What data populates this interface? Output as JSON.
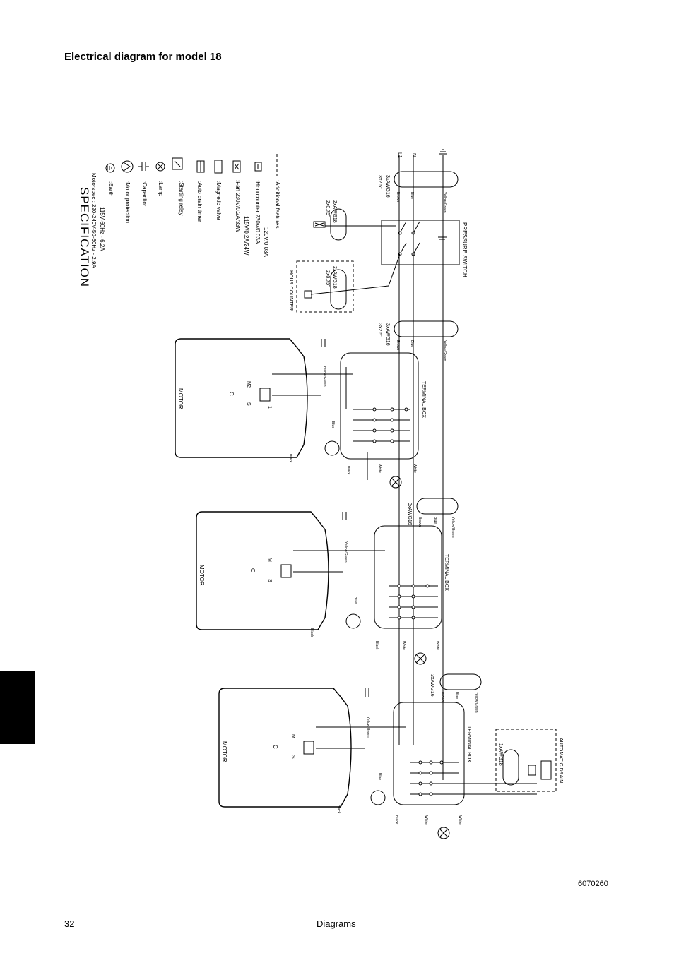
{
  "page": {
    "title": "Electrical diagram for model 18",
    "reference": "6070260",
    "page_number": "32",
    "section": "Diagrams"
  },
  "spec": {
    "heading": "SPECIFICATION",
    "lines": [
      "Motorspec.: 220-240V-50-60Hz - 2.9A",
      "115V-60Hz - 6.2A",
      ":Earth",
      ":Motor protection",
      ":Capacitor",
      ":Lamp",
      ":Starting relay",
      ":Auto drain timer",
      ":Magnetic valve",
      ":Fan 230V/0.2A/33W",
      "115V/0.2A/24W",
      ":Hourcounter 230V/0.03A",
      "120V/0.03A",
      ":Additional features"
    ]
  },
  "labels": {
    "motor": "MOTOR",
    "terminal_box": "TERMINAL BOX",
    "pressure_switch": "PRESSURE SWITCH",
    "hour_counter": "HOUR COUNTER",
    "automatic_drain": "AUTOMATIC DRAIN",
    "cable_3x25": "3x2.5\"",
    "cable_3awg16": "3xAWG16",
    "cable_2x075": "2x0.75\"",
    "cable_2awg18": "2xAWG18",
    "cable_1awg18": "1xAWG18",
    "wire_brown": "Brown",
    "wire_blue": "Blue",
    "wire_yellow_green": "Yellow/Green",
    "wire_white": "White",
    "wire_black": "Black",
    "term_c": "C",
    "term_s": "S",
    "term_m": "M",
    "term_1": "1",
    "term_2": "2",
    "term_l": "L",
    "term_n": "N",
    "term_l1": "L1"
  }
}
